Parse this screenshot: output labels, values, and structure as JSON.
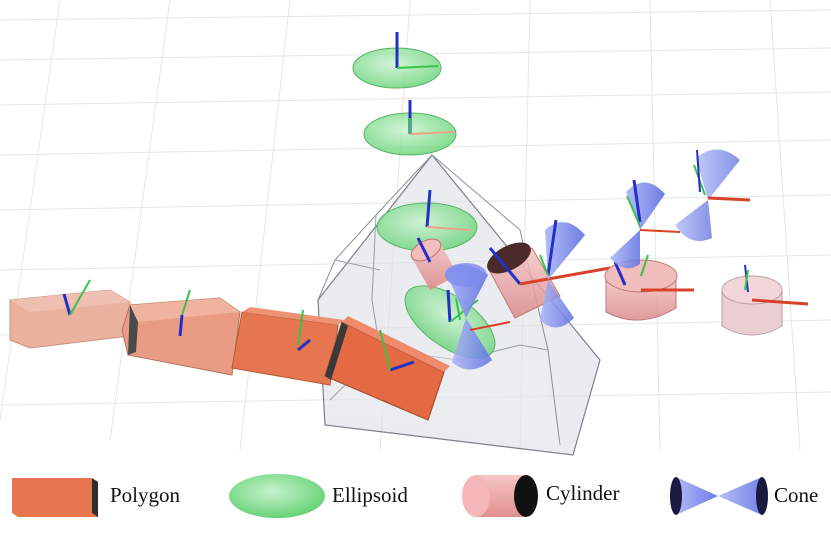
{
  "legend": {
    "polygon": "Polygon",
    "ellipsoid": "Ellipsoid",
    "cylinder": "Cylinder",
    "cone": "Cone"
  },
  "colors": {
    "polygon": "#e8714f",
    "polygon_light": "#e9a58f",
    "ellipsoid": "#8fe09a",
    "cylinder": "#f0a4a4",
    "cone": "#8d9cf0",
    "container": "#d9dde3",
    "axis_x": "#d9412a",
    "axis_y": "#37c34a",
    "axis_z": "#2330c8",
    "grid": "#e3e3e3"
  }
}
